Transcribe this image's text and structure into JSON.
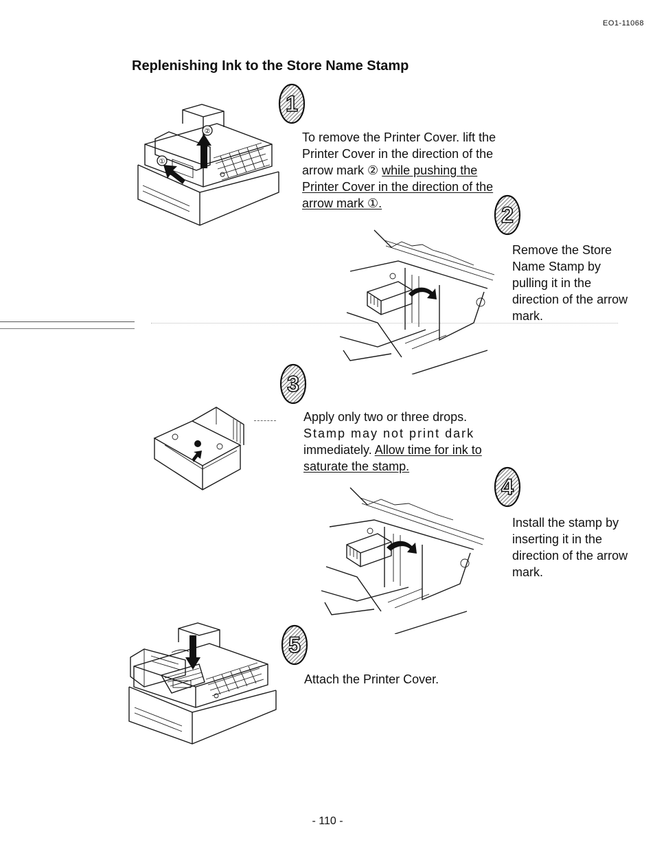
{
  "header": {
    "doc_id": "EO1-11068"
  },
  "title": "Replenishing Ink to the Store Name Stamp",
  "steps": [
    {
      "number": "1",
      "lines": [
        {
          "text": "To remove the Printer Cover. lift the",
          "underline": false
        },
        {
          "text": "Printer Cover in the direction of the",
          "underline": false
        },
        {
          "text_a": "arrow mark ② ",
          "text_b": "while pushing the"
        },
        {
          "text": "Printer Cover in the direction of the",
          "underline": true
        },
        {
          "text": "arrow mark ①.",
          "underline": true
        }
      ],
      "illustration_labels": [
        "②",
        "①"
      ]
    },
    {
      "number": "2",
      "lines": [
        "Remove the Store",
        "Name Stamp by",
        "pulling it in the",
        "direction of the arrow",
        "mark."
      ]
    },
    {
      "number": "3",
      "lines": [
        {
          "text": "Apply only two or three drops.",
          "underline": false
        },
        {
          "text": "Stamp may not print dark",
          "underline": false
        },
        {
          "text_a": "immediately. ",
          "text_b": "Allow time for ink to"
        },
        {
          "text": "saturate the stamp.",
          "underline": true
        }
      ]
    },
    {
      "number": "4",
      "lines": [
        "Install the stamp by",
        "inserting it in the",
        "direction of the arrow",
        "mark."
      ]
    },
    {
      "number": "5",
      "lines": [
        "Attach the Printer Cover."
      ]
    }
  ],
  "footer": {
    "page_number": "- 110 -"
  },
  "colors": {
    "ink": "#111111",
    "paper": "#ffffff"
  },
  "icons": [
    "step-badge-icon",
    "cash-register-illustration",
    "stamp-mechanism-illustration",
    "stamp-unit-illustration"
  ]
}
